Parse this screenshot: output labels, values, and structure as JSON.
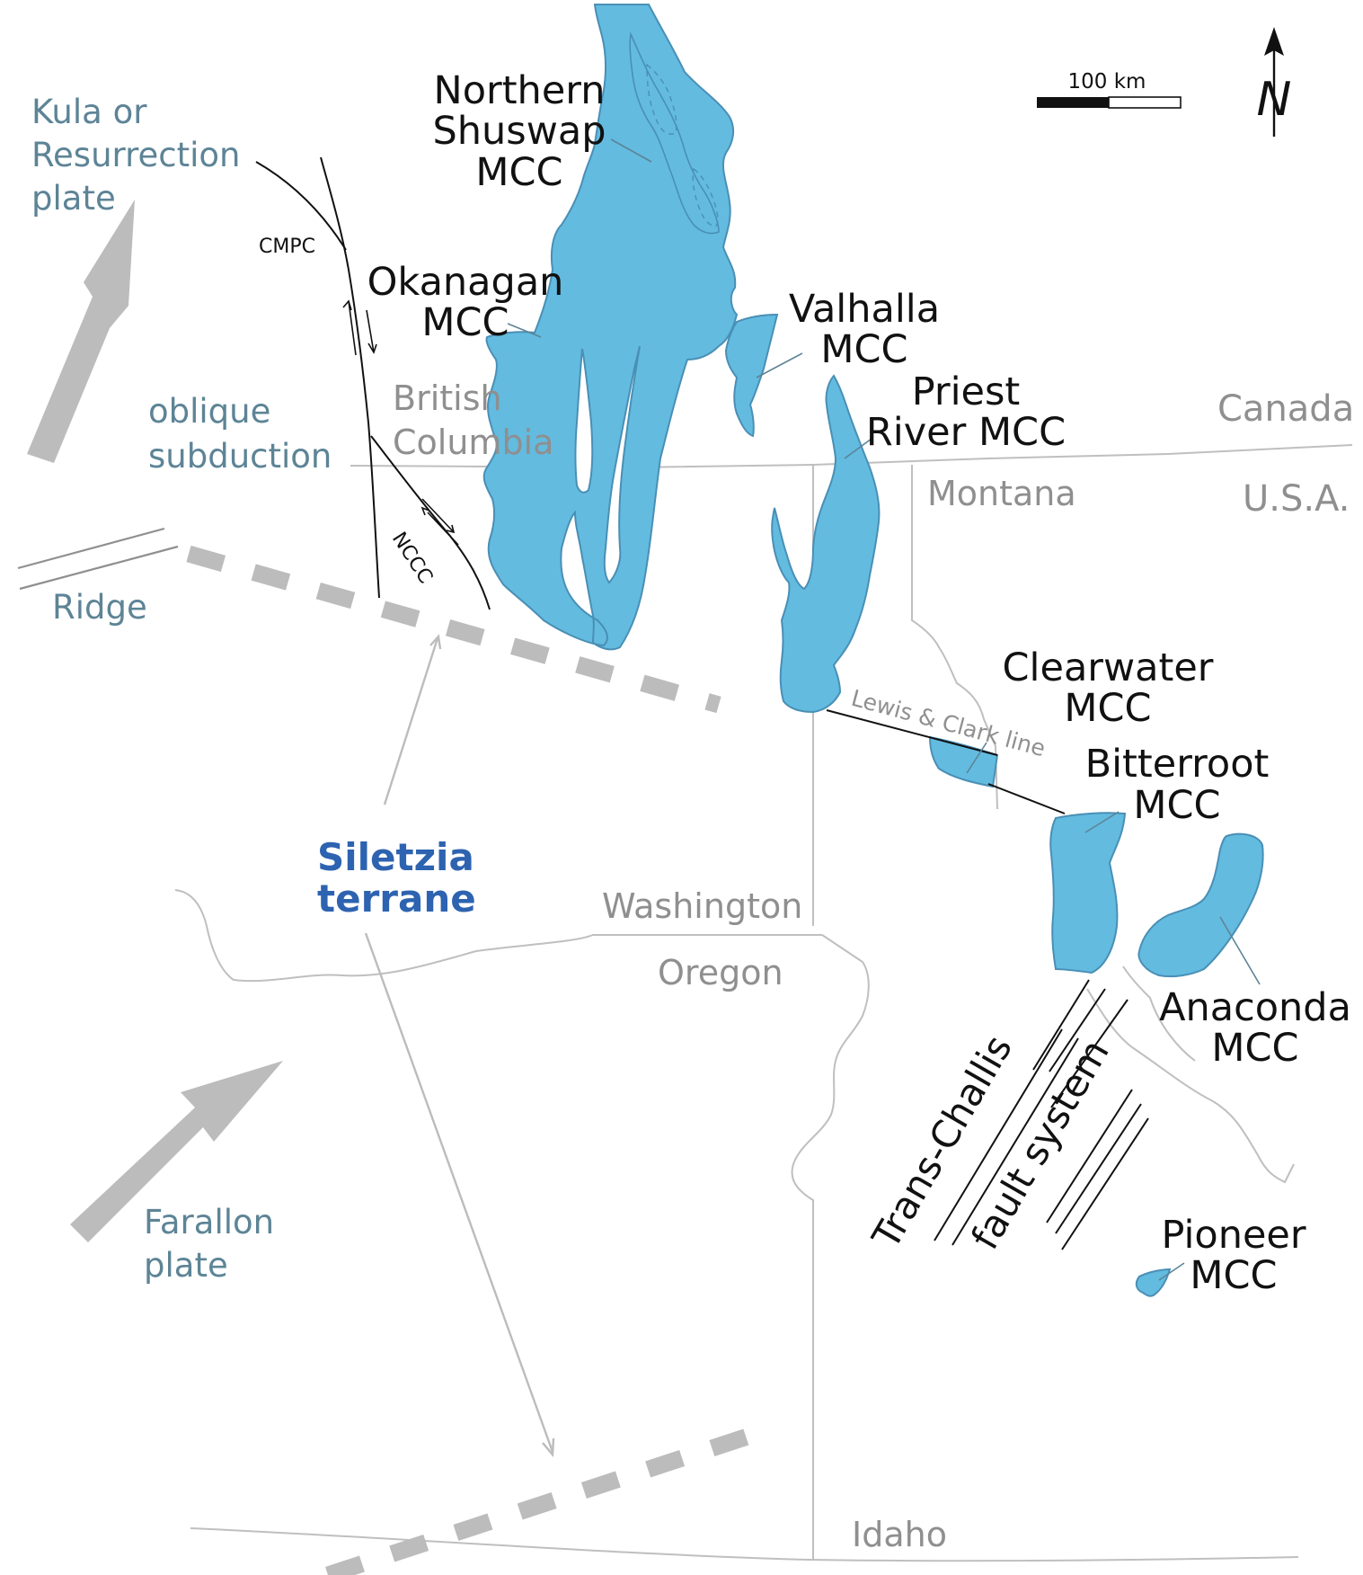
{
  "colors": {
    "mcc_fill": "#63bbe0",
    "plate_text": "#5d8496",
    "terrane_text": "#2d63b0",
    "political_text": "#8f8f8f",
    "arrow_gray": "#bcbcbc"
  },
  "plates": {
    "kula": [
      "Kula or",
      "Resurrection",
      "plate"
    ],
    "subduction": [
      "oblique",
      "subduction"
    ],
    "ridge": "Ridge",
    "farallon": [
      "Farallon",
      "plate"
    ]
  },
  "terrane": [
    "Siletzia",
    "terrane"
  ],
  "mccs": {
    "northern_shuswap": [
      "Northern",
      "Shuswap",
      "MCC"
    ],
    "okanagan": [
      "Okanagan",
      "MCC"
    ],
    "valhalla": [
      "Valhalla",
      "MCC"
    ],
    "priest_river": [
      "Priest",
      "River MCC"
    ],
    "clearwater": [
      "Clearwater",
      "MCC"
    ],
    "bitterroot": [
      "Bitterroot",
      "MCC"
    ],
    "anaconda": [
      "Anaconda",
      "MCC"
    ],
    "pioneer": [
      "Pioneer",
      "MCC"
    ]
  },
  "regions": {
    "british_columbia": [
      "British",
      "Columbia"
    ],
    "canada": "Canada",
    "usa": "U.S.A.",
    "montana": "Montana",
    "washington": "Washington",
    "oregon": "Oregon",
    "idaho": "Idaho"
  },
  "faults": {
    "cmpc": "CMPC",
    "nccc": "NCCC",
    "lewis_clark": "Lewis & Clark line",
    "trans_challis": [
      "Trans-Challis",
      "fault system"
    ]
  },
  "scale_bar": {
    "label": "100 km"
  },
  "north_arrow": {
    "label": "N",
    "icon": "north-arrow-icon"
  }
}
